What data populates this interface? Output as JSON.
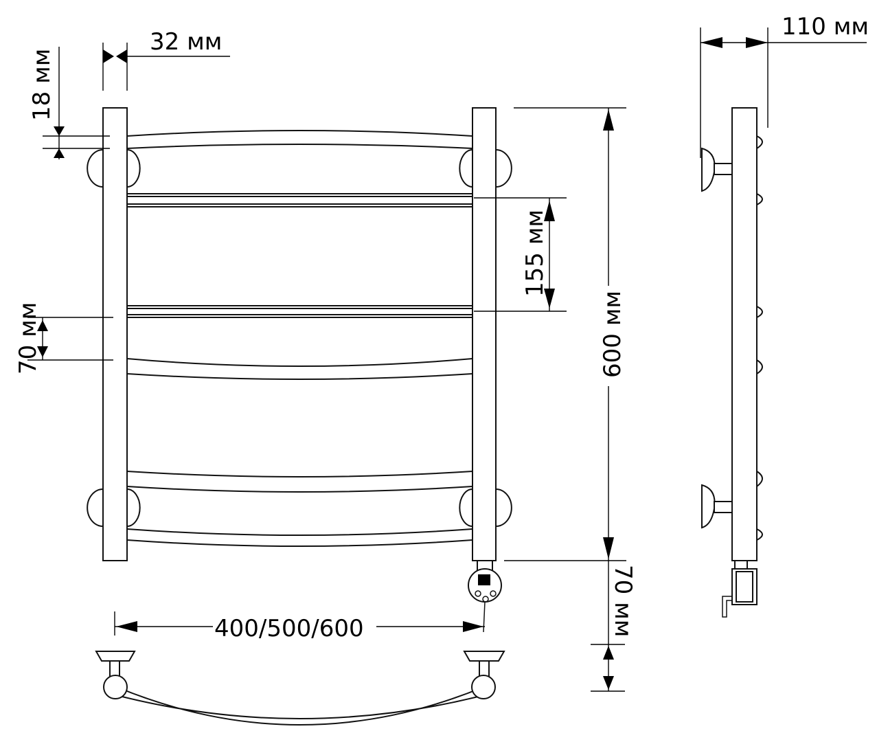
{
  "labels": {
    "width_32": "32 мм",
    "height_18": "18 мм",
    "depth_110": "110 мм",
    "spacing_155": "155 мм",
    "height_600": "600 мм",
    "gap_70": "70 мм",
    "heater_70": "70 мм",
    "width_options": "400/500/600"
  },
  "colors": {
    "line": "#111111",
    "background": "#ffffff",
    "display": "#000000"
  }
}
